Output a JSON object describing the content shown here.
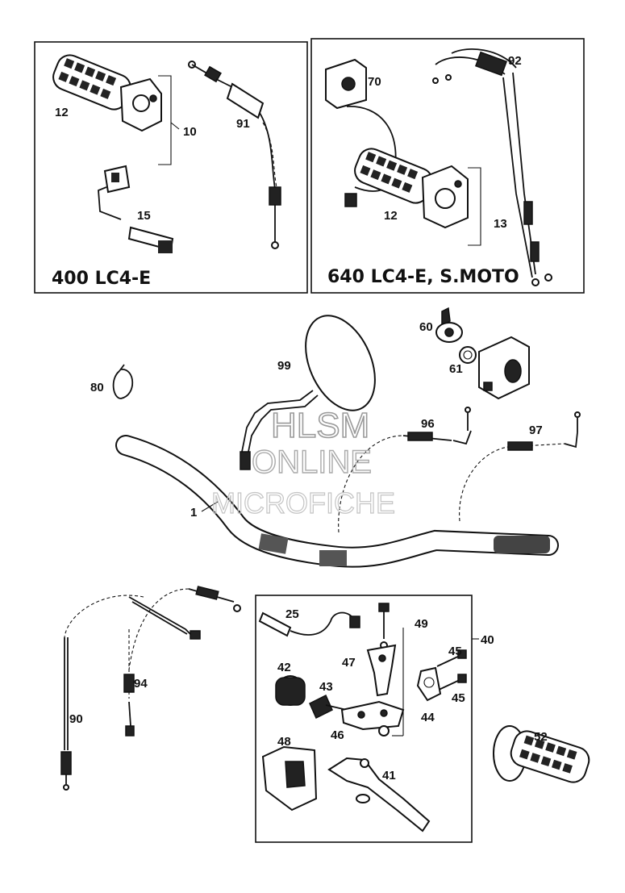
{
  "panels": {
    "left_model": "400 LC4-E",
    "right_model": "640 LC4-E, S.MOTO"
  },
  "labels": {
    "p1": "1",
    "p10": "10",
    "p12a": "12",
    "p12b": "12",
    "p13": "13",
    "p15": "15",
    "p25": "25",
    "p40": "40",
    "p41": "41",
    "p42": "42",
    "p43": "43",
    "p44": "44",
    "p45a": "45",
    "p45b": "45",
    "p46": "46",
    "p47": "47",
    "p48": "48",
    "p49": "49",
    "p52": "52",
    "p60": "60",
    "p61": "61",
    "p70": "70",
    "p80": "80",
    "p90": "90",
    "p91": "91",
    "p92": "92",
    "p94": "94",
    "p96": "96",
    "p97": "97",
    "p99": "99"
  },
  "watermark": {
    "line1": "HLSM",
    "line2": "ONLINE",
    "line3": "MICROFICHE"
  },
  "colors": {
    "ink": "#111111",
    "background": "#ffffff",
    "watermark": "#9a9a9a"
  }
}
